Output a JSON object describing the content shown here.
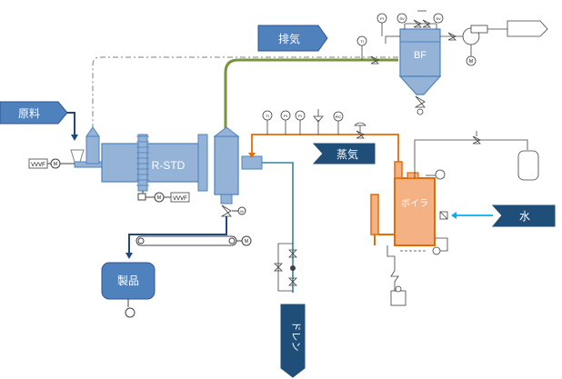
{
  "labels": {
    "exhaust": "排気",
    "raw_material": "原料",
    "product": "製品",
    "steam": "蒸気",
    "water": "水",
    "drain": "ドレン",
    "dryer": "R-STD",
    "bag_filter": "BF",
    "boiler": "ボイラ"
  },
  "instruments": {
    "vvvf_feeder": "VVVF",
    "vvvf_drive": "VVVF",
    "motor": "M",
    "sv1": "SV",
    "sv2": "SV",
    "pi_top": "PI",
    "ti_exhaust": "TI",
    "tic1": "TI",
    "pi1": "PI",
    "pi2": "PI",
    "pic": "PIC",
    "fan_motor": "M",
    "drive_motor": "M",
    "boiler_motor": "M"
  },
  "colors": {
    "exhaust_line": "#77933c",
    "steam_line": "#e36c09",
    "water_line": "#00b0f0",
    "drain_line": "#31859c",
    "material_line": "#1f497d",
    "equipment_fill": "#95b3d7",
    "equipment_stroke": "#4f81bd",
    "tag_fill": "#4f81bd",
    "tag_dark": "#1f4e79",
    "boiler_fill": "#f4b183",
    "boiler_stroke": "#e36c09"
  }
}
